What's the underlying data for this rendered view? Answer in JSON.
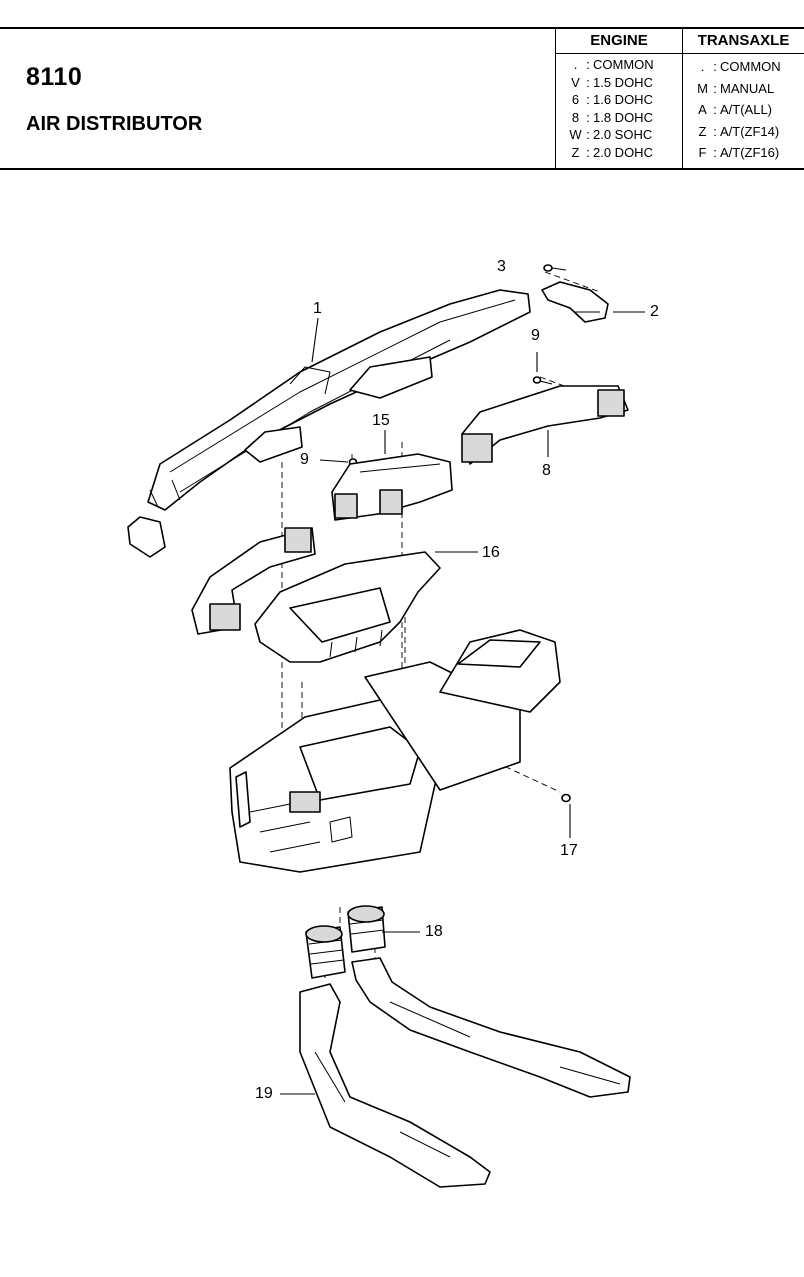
{
  "header": {
    "code": "8110",
    "title": "AIR DISTRIBUTOR",
    "engine": {
      "heading": "ENGINE",
      "codes": [
        {
          "key": ".",
          "value": "COMMON"
        },
        {
          "key": "V",
          "value": "1.5 DOHC"
        },
        {
          "key": "6",
          "value": "1.6 DOHC"
        },
        {
          "key": "8",
          "value": "1.8 DOHC"
        },
        {
          "key": "W",
          "value": "2.0 SOHC"
        },
        {
          "key": "Z",
          "value": "2.0 DOHC"
        }
      ]
    },
    "transaxle": {
      "heading": "TRANSAXLE",
      "codes": [
        {
          "key": ".",
          "value": "COMMON"
        },
        {
          "key": "M",
          "value": "MANUAL"
        },
        {
          "key": "A",
          "value": "A/T(ALL)"
        },
        {
          "key": "Z",
          "value": "A/T(ZF14)"
        },
        {
          "key": "F",
          "value": "A/T(ZF16)"
        }
      ]
    }
  },
  "callouts": {
    "c1": "1",
    "c2": "2",
    "c3": "3",
    "c9a": "9",
    "c8": "8",
    "c15": "15",
    "c9b": "9",
    "c16": "16",
    "c17": "17",
    "c18": "18",
    "c19": "19"
  }
}
